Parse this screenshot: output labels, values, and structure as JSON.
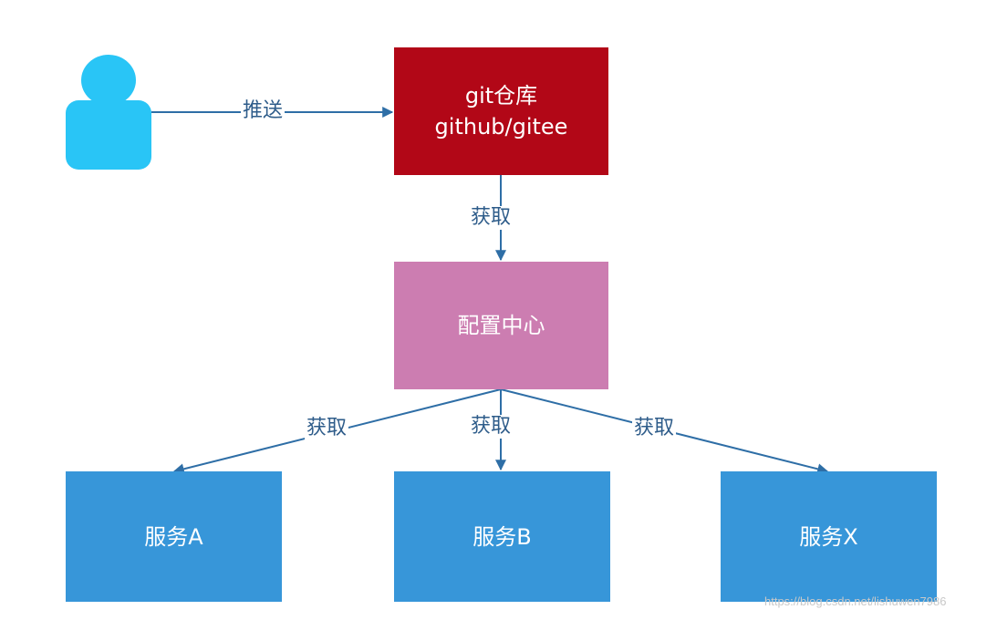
{
  "nodes": {
    "repo_line1": "git仓库",
    "repo_line2": "github/gitee",
    "config_center": "配置中心",
    "service_a": "服务A",
    "service_b": "服务B",
    "service_x": "服务X"
  },
  "edges": {
    "push": "推送",
    "fetch_config": "获取",
    "fetch_a": "获取",
    "fetch_b": "获取",
    "fetch_x": "获取"
  },
  "watermark": "https://blog.csdn.net/lishuwen7986",
  "colors": {
    "user_icon": "#29c5f6",
    "repo": "#b20717",
    "config_center": "#cc7db1",
    "service": "#3796d9",
    "arrow": "#2e6ea6"
  }
}
